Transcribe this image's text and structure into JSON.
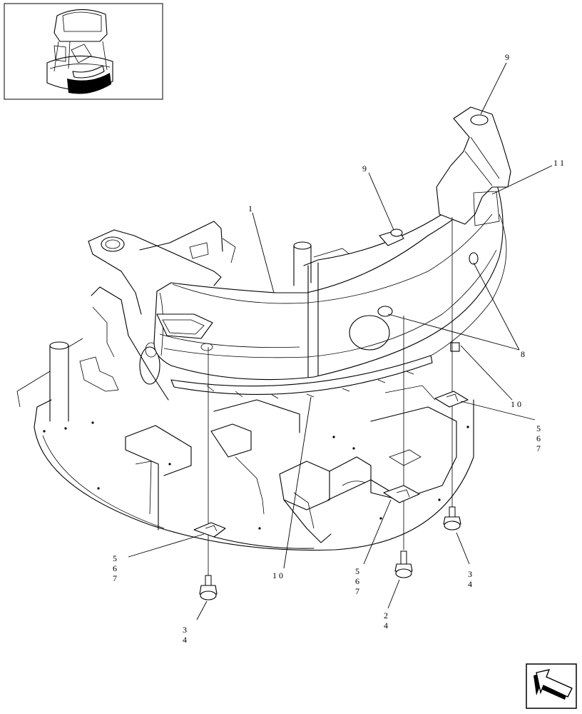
{
  "callouts": {
    "c1": "1",
    "c9a": "9",
    "c9b": "9",
    "c11": "1 1",
    "c8": "8",
    "c10a": "1 0",
    "c567a": [
      "5",
      "6",
      "7"
    ],
    "c567b": [
      "5",
      "6",
      "7"
    ],
    "c567c": [
      "5",
      "6",
      "7"
    ],
    "c10b": "1 0",
    "c34a": [
      "3",
      "4"
    ],
    "c34b": [
      "3",
      "4"
    ],
    "c24": [
      "2",
      "4"
    ]
  },
  "icons": {
    "thumbnail": "machine-locator-thumbnail",
    "nav": "next-page-arrow-icon"
  }
}
